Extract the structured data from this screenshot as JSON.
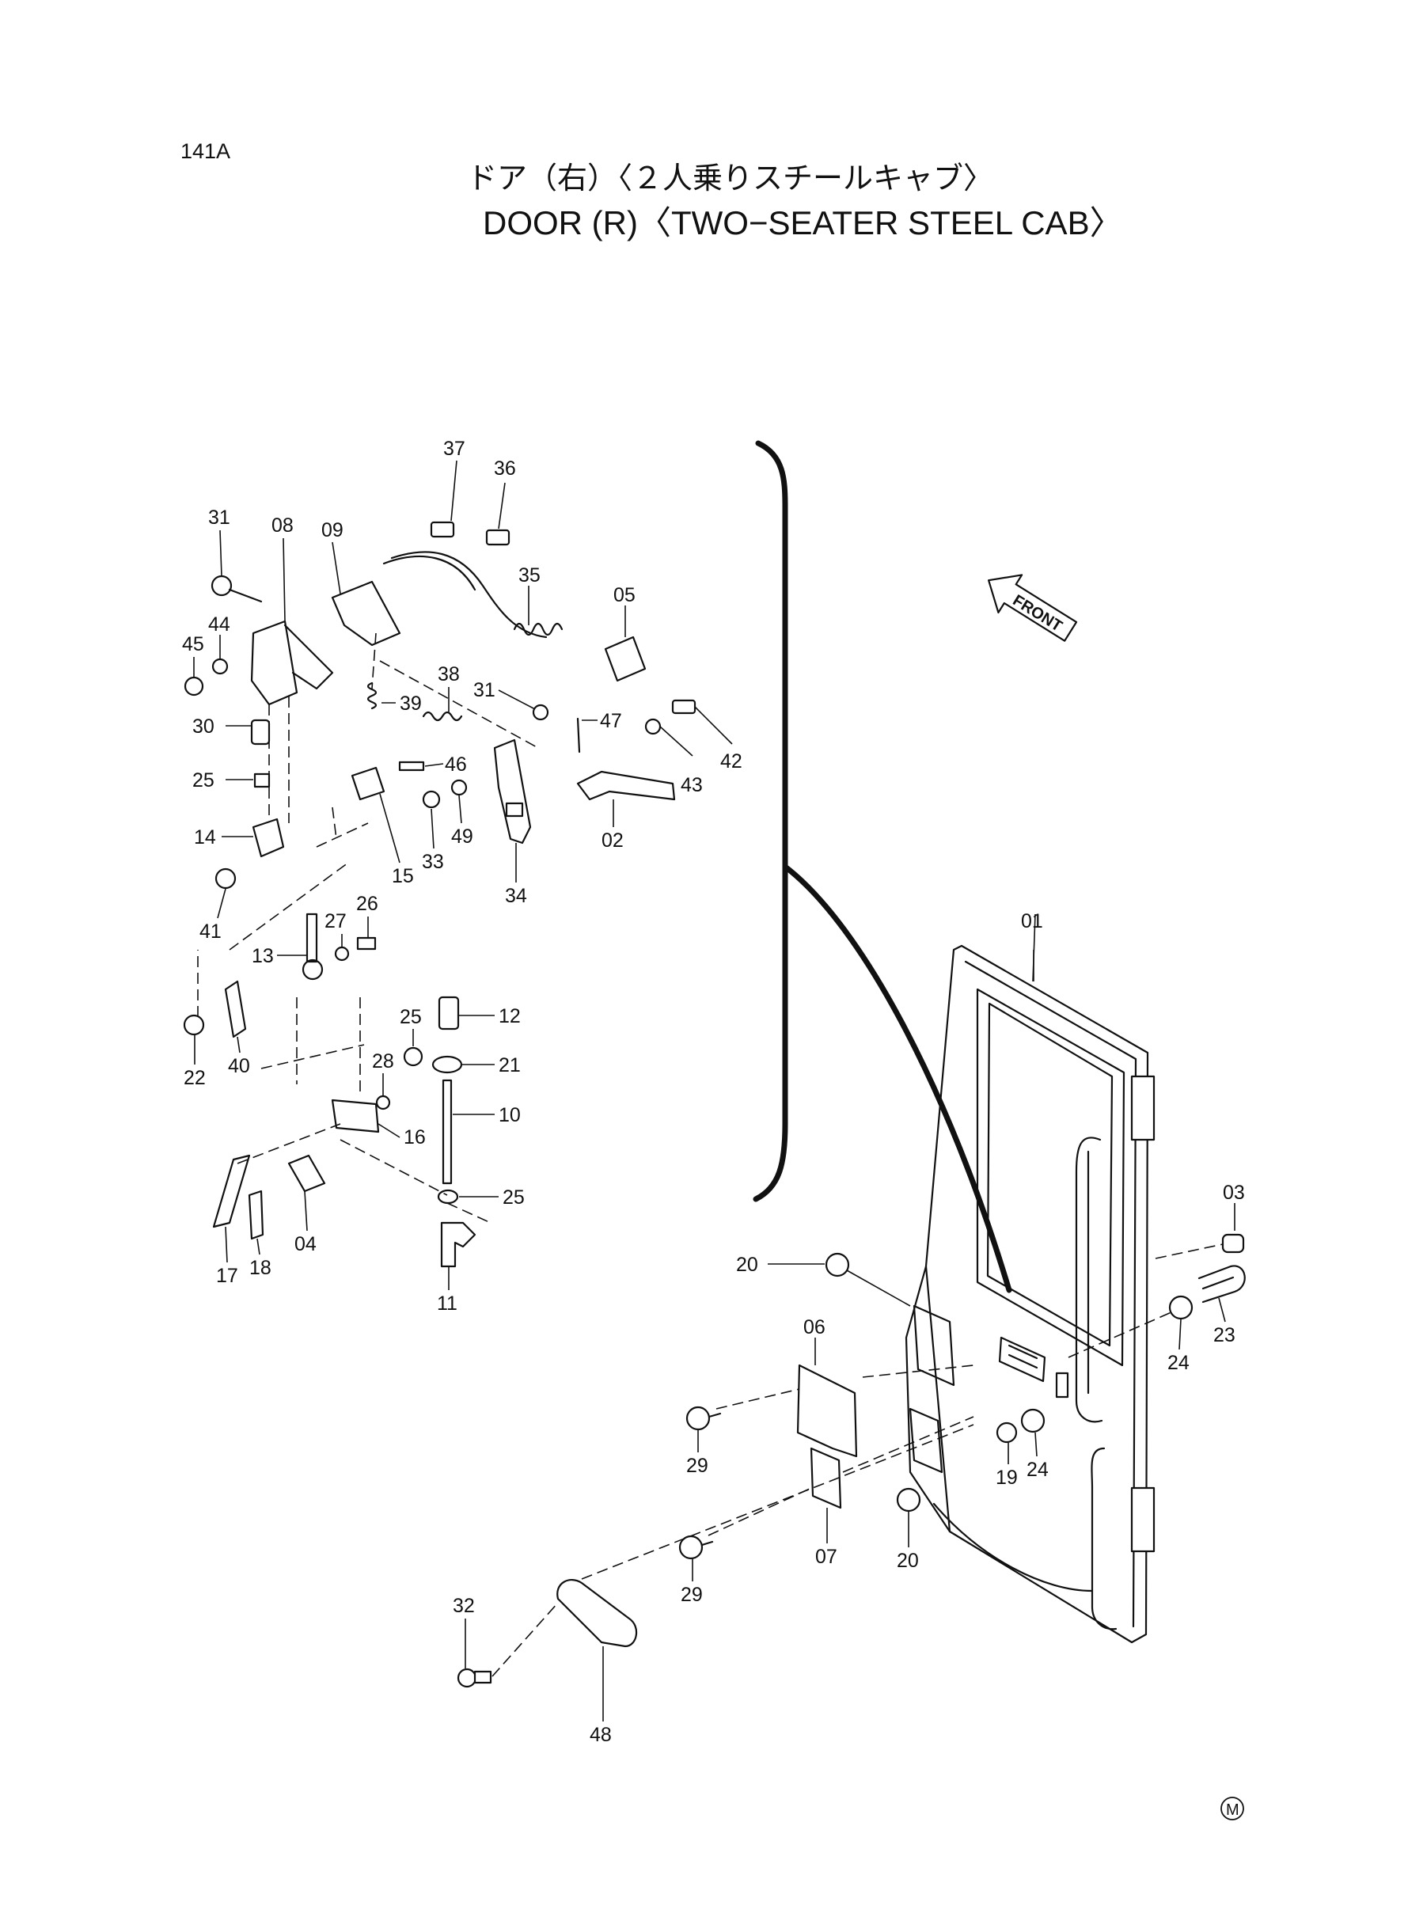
{
  "page_code": "141A",
  "title_jp": "ドア（右）〈２人乗りスチールキャブ〉",
  "title_en": "DOOR (R)〈TWO−SEATER STEEL CAB〉",
  "front_label": "FRONT",
  "corner_mark": "M",
  "callouts": {
    "c01": "01",
    "c02": "02",
    "c03": "03",
    "c04": "04",
    "c05": "05",
    "c06": "06",
    "c07": "07",
    "c08": "08",
    "c09": "09",
    "c10": "10",
    "c11": "11",
    "c12": "12",
    "c13": "13",
    "c14": "14",
    "c15": "15",
    "c16": "16",
    "c17": "17",
    "c18": "18",
    "c19": "19",
    "c20a": "20",
    "c20b": "20",
    "c21": "21",
    "c22": "22",
    "c23": "23",
    "c24a": "24",
    "c24b": "24",
    "c25a": "25",
    "c25b": "25",
    "c25c": "25",
    "c26": "26",
    "c27": "27",
    "c28": "28",
    "c29a": "29",
    "c29b": "29",
    "c30": "30",
    "c31a": "31",
    "c31b": "31",
    "c32": "32",
    "c33": "33",
    "c34": "34",
    "c35": "35",
    "c36": "36",
    "c37": "37",
    "c38": "38",
    "c39": "39",
    "c40": "40",
    "c41": "41",
    "c42": "42",
    "c43": "43",
    "c44": "44",
    "c45": "45",
    "c46": "46",
    "c47": "47",
    "c48": "48",
    "c49": "49"
  }
}
